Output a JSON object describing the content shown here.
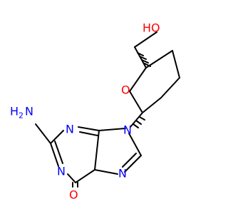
{
  "atoms": {
    "ho": {
      "text": "HO",
      "color": "#ff0000"
    },
    "o_ring": {
      "text": "O",
      "color": "#ff0000"
    },
    "n9": {
      "text": "N",
      "color": "#0000ff"
    },
    "n3": {
      "text": "N",
      "color": "#0000ff"
    },
    "n1": {
      "text": "N",
      "color": "#0000ff"
    },
    "n7": {
      "text": "N",
      "color": "#0000ff"
    },
    "nh2_h": {
      "text": "H",
      "color": "#0000ff"
    },
    "nh2_sub": {
      "text": "2",
      "color": "#0000ff"
    },
    "nh2_n": {
      "text": "N",
      "color": "#0000ff"
    },
    "o_carbonyl": {
      "text": "O",
      "color": "#ff0000"
    }
  },
  "colors": {
    "bond": "#000000",
    "oxygen": "#ff0000",
    "nitrogen": "#0000ff",
    "background": "#ffffff"
  }
}
